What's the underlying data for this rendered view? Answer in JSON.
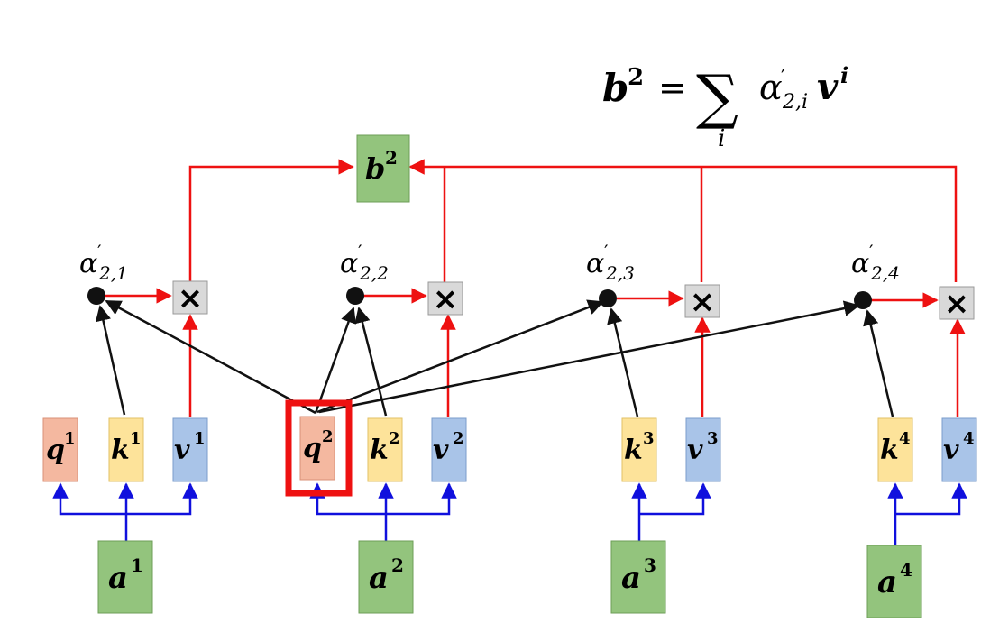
{
  "formula": {
    "lhs": "b",
    "lhs_sup": "2",
    "equals": "=",
    "sum": "∑",
    "sum_index": "i",
    "alpha": "α",
    "alpha_sub": "2,i",
    "prime": "′",
    "v": "v",
    "v_sup": "i"
  },
  "output": {
    "letter": "b",
    "sup": "2"
  },
  "attention_labels": [
    {
      "alpha": "α",
      "prime": "′",
      "sub": "2,1"
    },
    {
      "alpha": "α",
      "prime": "′",
      "sub": "2,2"
    },
    {
      "alpha": "α",
      "prime": "′",
      "sub": "2,3"
    },
    {
      "alpha": "α",
      "prime": "′",
      "sub": "2,4"
    }
  ],
  "multiply_symbol": "×",
  "vectors": {
    "q1": {
      "letter": "q",
      "sup": "1"
    },
    "k1": {
      "letter": "k",
      "sup": "1"
    },
    "v1": {
      "letter": "v",
      "sup": "1"
    },
    "q2": {
      "letter": "q",
      "sup": "2"
    },
    "k2": {
      "letter": "k",
      "sup": "2"
    },
    "v2": {
      "letter": "v",
      "sup": "2"
    },
    "k3": {
      "letter": "k",
      "sup": "3"
    },
    "v3": {
      "letter": "v",
      "sup": "3"
    },
    "k4": {
      "letter": "k",
      "sup": "4"
    },
    "v4": {
      "letter": "v",
      "sup": "4"
    }
  },
  "inputs": [
    {
      "letter": "a",
      "sup": "1"
    },
    {
      "letter": "a",
      "sup": "2"
    },
    {
      "letter": "a",
      "sup": "3"
    },
    {
      "letter": "a",
      "sup": "4"
    }
  ],
  "colors": {
    "query": "#f4b8a0",
    "key": "#fde39a",
    "value": "#a9c4e8",
    "input": "#93c47d",
    "output": "#93c47d",
    "multiply": "#d9d9d9",
    "red_line": "#ee1111",
    "blue_line": "#1010dd",
    "highlight": "#ee1111"
  }
}
